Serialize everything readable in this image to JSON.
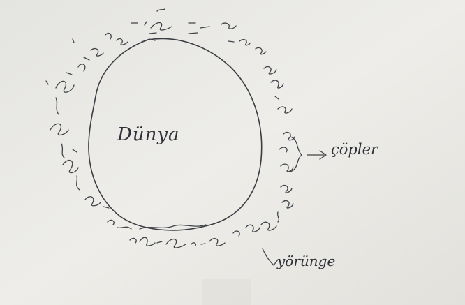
{
  "diagram": {
    "labels": {
      "earth": "Dünya",
      "debris": "çöpler",
      "orbit": "yörünge"
    },
    "colors": {
      "paper": "#ecebe7",
      "ink": "#3b3d44"
    }
  }
}
